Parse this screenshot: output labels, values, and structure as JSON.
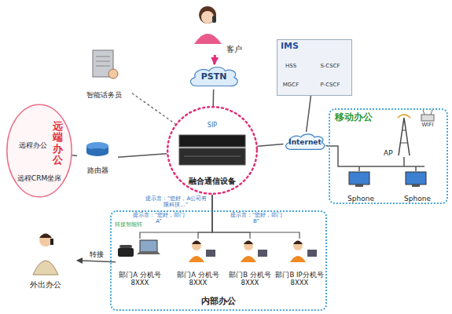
{
  "diagram": {
    "nodes": [
      {
        "text": [
          "客户"
        ]
      },
      {
        "text": [
          "PSTN"
        ]
      },
      {
        "text": [
          "智能话务员"
        ]
      },
      {
        "text": [
          "IMS"
        ]
      },
      {
        "text": [
          "远端办公"
        ]
      },
      {
        "text": [
          "远程办公"
        ],
        "in": 4
      },
      {
        "text": [
          "远程CRM坐席"
        ],
        "in": 4
      },
      {
        "text": [
          "路由器"
        ]
      },
      {
        "text": [
          "SIP",
          "融合通信设备"
        ]
      },
      {
        "text": [
          "Internet"
        ]
      },
      {
        "text": [
          "移动办公"
        ]
      },
      {
        "text": [
          "AP"
        ],
        "in": 10
      },
      {
        "text": [
          "Sphone"
        ],
        "in": 10
      },
      {
        "text": [
          "Sphone"
        ],
        "in": 10
      },
      {
        "text": [
          "内部办公"
        ]
      },
      {
        "text": [
          "部门A 分机号8XXX"
        ],
        "in": 14
      },
      {
        "text": [
          "部门A 分机号8XXX"
        ],
        "in": 14
      },
      {
        "text": [
          "部门B 分机号8XXX"
        ],
        "in": 14
      },
      {
        "text": [
          "部门B IP分机号8XXX"
        ],
        "in": 14
      },
      {
        "text": [
          "外出办公"
        ]
      }
    ],
    "edges": [
      {
        "from": 0,
        "to": 1,
        "arrow": "to"
      },
      {
        "from": 1,
        "to": 8,
        "arrow": "none"
      },
      {
        "from": 2,
        "to": 8,
        "arrow": "none"
      },
      {
        "from": 4,
        "to": 7,
        "arrow": "none"
      },
      {
        "from": 7,
        "to": 8,
        "arrow": "none"
      },
      {
        "from": 3,
        "to": 9,
        "arrow": "none"
      },
      {
        "from": 8,
        "to": 9,
        "arrow": "none"
      },
      {
        "from": 9,
        "to": 10,
        "arrow": "none"
      },
      {
        "from": 8,
        "to": 15,
        "arrow": "none"
      },
      {
        "from": 8,
        "to": 16,
        "arrow": "none"
      },
      {
        "from": 8,
        "to": 17,
        "arrow": "none"
      },
      {
        "from": 8,
        "to": 18,
        "arrow": "none"
      },
      {
        "from": 15,
        "to": 19,
        "label": "转接",
        "arrow": "to"
      }
    ],
    "labels": [
      "HSS",
      "S-CSCF",
      "MGCF",
      "P-CSCF",
      "WIFI",
      "提示音：“您好，A公司有限科技...”",
      "转接智能转",
      "提示音：“您好，部门A”",
      "提示音：“您好，部门B”"
    ]
  }
}
